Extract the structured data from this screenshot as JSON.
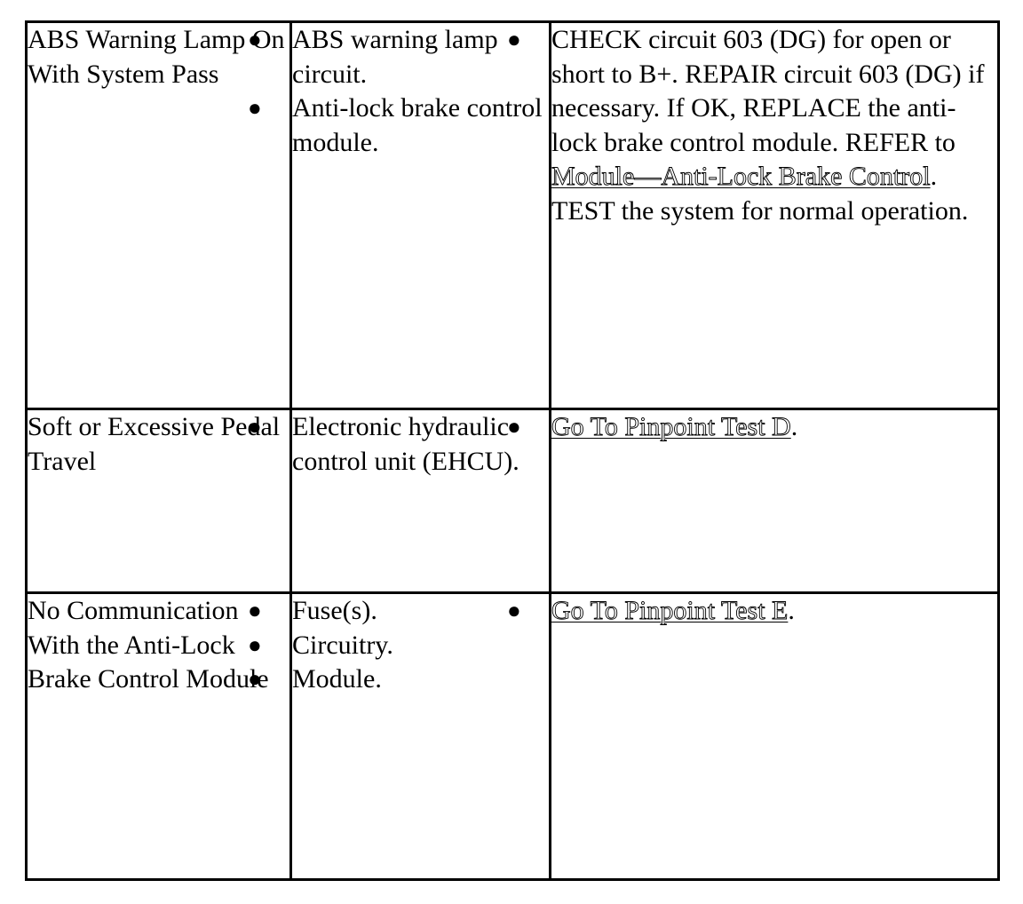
{
  "rows": [
    {
      "condition": "ABS Warning Lamp On With System Pass",
      "sources": [
        "ABS warning lamp circuit.",
        "Anti-lock brake control module."
      ],
      "action": {
        "text_before": "CHECK circuit 603 (DG) for open or short to B+. REPAIR circuit 603 (DG) if necessary. If OK, REPLACE the anti-lock brake control module. REFER to ",
        "link": "Module—Anti-Lock Brake Control",
        "text_after": ". TEST the system for normal operation."
      }
    },
    {
      "condition": "Soft or Excessive Pedal Travel",
      "sources": [
        "Electronic hydraulic control unit (EHCU)."
      ],
      "action": {
        "text_before": "",
        "link": "Go To Pinpoint Test D",
        "text_after": "."
      }
    },
    {
      "condition": "No Communication With the Anti-Lock Brake Control Module",
      "sources": [
        "Fuse(s).",
        "Circuitry.",
        "Module."
      ],
      "action": {
        "text_before": "",
        "link": "Go To Pinpoint Test E",
        "text_after": "."
      }
    }
  ]
}
